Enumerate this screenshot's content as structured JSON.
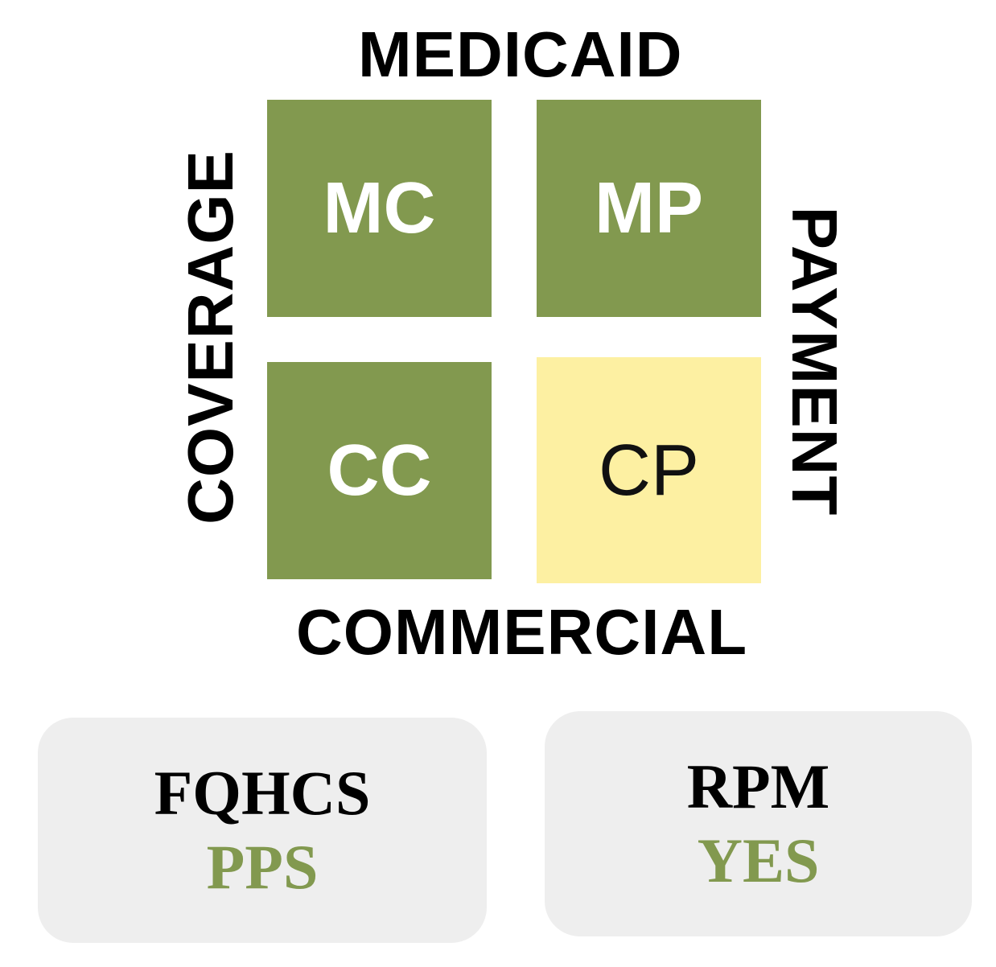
{
  "axes": {
    "top": "MEDICAID",
    "bottom": "COMMERCIAL",
    "left": "COVERAGE",
    "right": "PAYMENT"
  },
  "cells": [
    {
      "label": "MC",
      "color": "#82994f"
    },
    {
      "label": "MP",
      "color": "#82994f"
    },
    {
      "label": "CC",
      "color": "#82994f"
    },
    {
      "label": "CP",
      "color": "#fdf0a2"
    }
  ],
  "cards": [
    {
      "title": "FQHCS",
      "value": "PPS"
    },
    {
      "title": "RPM",
      "value": "YES"
    }
  ],
  "colors": {
    "green": "#82994f",
    "yellow": "#fdf0a2",
    "card_bg": "#eeeeee"
  }
}
